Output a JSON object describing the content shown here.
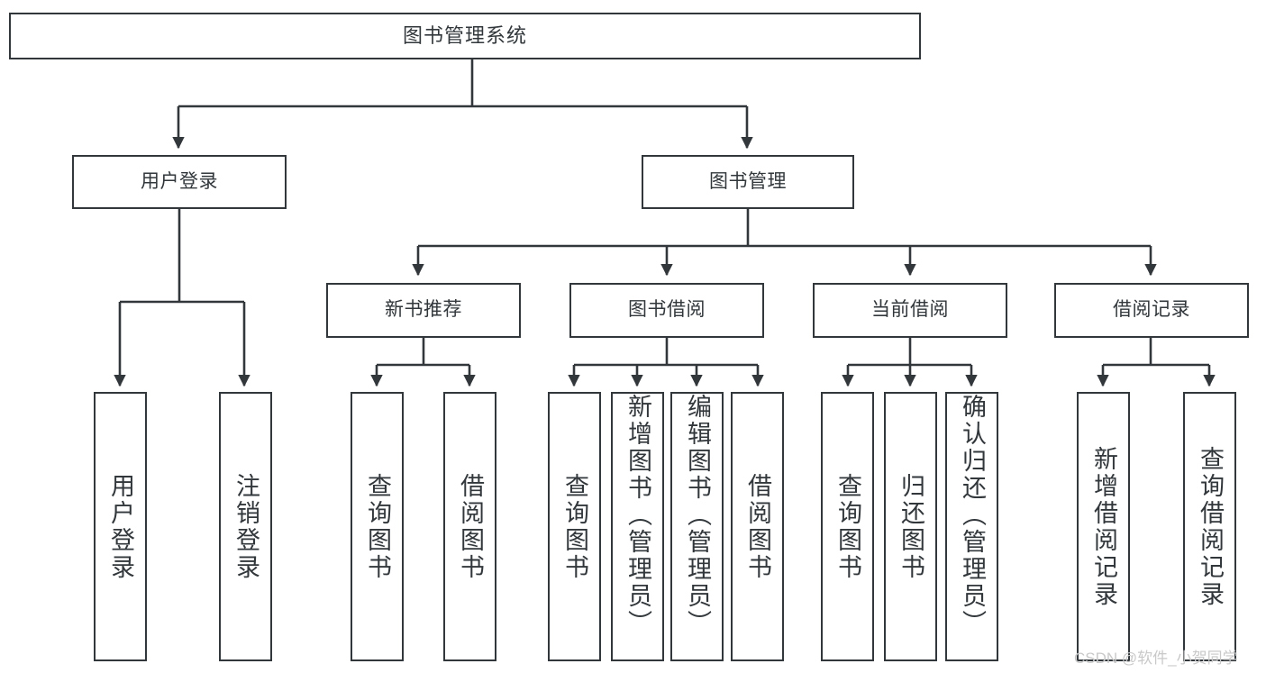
{
  "diagram": {
    "title_node": {
      "label": "图书管理系统"
    },
    "level2": [
      {
        "id": "user-login",
        "label": "用户登录"
      },
      {
        "id": "book-management",
        "label": "图书管理"
      }
    ],
    "level3": [
      {
        "id": "new-book-recommend",
        "label": "新书推荐"
      },
      {
        "id": "book-borrow",
        "label": "图书借阅"
      },
      {
        "id": "current-borrow",
        "label": "当前借阅"
      },
      {
        "id": "borrow-record",
        "label": "借阅记录"
      }
    ],
    "leaves": {
      "user_login": [
        {
          "id": "leaf-user-login",
          "label": "用户登录"
        },
        {
          "id": "leaf-logout-login",
          "label": "注销登录"
        }
      ],
      "new_book_recommend": [
        {
          "id": "leaf-query-book-1",
          "label": "查询图书"
        },
        {
          "id": "leaf-borrow-book-1",
          "label": "借阅图书"
        }
      ],
      "book_borrow": [
        {
          "id": "leaf-query-book-2",
          "label": "查询图书"
        },
        {
          "id": "leaf-add-book",
          "label": "新增图书（管理员）"
        },
        {
          "id": "leaf-edit-book",
          "label": "编辑图书（管理员）"
        },
        {
          "id": "leaf-borrow-book-2",
          "label": "借阅图书"
        }
      ],
      "current_borrow": [
        {
          "id": "leaf-query-book-3",
          "label": "查询图书"
        },
        {
          "id": "leaf-return-book",
          "label": "归还图书"
        },
        {
          "id": "leaf-confirm-return",
          "label": "确认归还（管理员）"
        }
      ],
      "borrow_record": [
        {
          "id": "leaf-add-record",
          "label": "新增借阅记录"
        },
        {
          "id": "leaf-query-record",
          "label": "查询借阅记录"
        }
      ]
    },
    "watermark": {
      "text": "CSDN @软件_小贺同学"
    },
    "colors": {
      "stroke": "#32373b",
      "background": "#ffffff",
      "text": "#32373b",
      "watermark": "#c9c9c9"
    }
  }
}
